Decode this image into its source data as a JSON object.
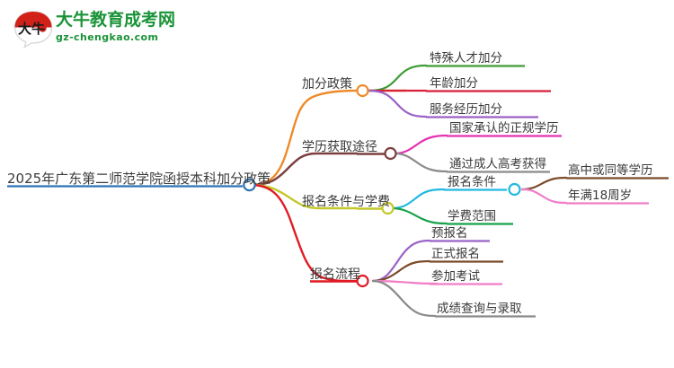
{
  "logo": {
    "brand_cn": "大牛教育成考网",
    "brand_url": "gz-chengkao.com",
    "mark_text": "大牛",
    "brand_color": "#1a9338",
    "mark_color": "#d22118"
  },
  "mindmap": {
    "root": {
      "label": "2025年广东第二师范学院函授本科加分政策",
      "color": "#2e75b6",
      "node_color": "#2e75b6"
    },
    "branches": [
      {
        "label": "加分政策",
        "color": "#ed8b2a",
        "children": [
          {
            "label": "特殊人才加分",
            "color": "#3f9c35",
            "children": []
          },
          {
            "label": "年龄加分",
            "color": "#d8203a",
            "children": []
          },
          {
            "label": "服务经历加分",
            "color": "#9a62c8",
            "children": []
          }
        ]
      },
      {
        "label": "学历获取途径",
        "color": "#7b3f3f",
        "children": [
          {
            "label": "国家承认的正规学历",
            "color": "#e530b0",
            "children": []
          },
          {
            "label": "通过成人高考获得",
            "color": "#8a8a8a",
            "children": []
          }
        ]
      },
      {
        "label": "报名条件与学费",
        "color": "#c4c72c",
        "children": [
          {
            "label": "报名条件",
            "color": "#23b9e0",
            "children": [
              {
                "label": "高中或同等学历",
                "color": "#7b4b2a",
                "children": []
              },
              {
                "label": "年满18周岁",
                "color": "#f07ec8",
                "children": []
              }
            ]
          },
          {
            "label": "学费范围",
            "color": "#17a24a",
            "children": []
          }
        ]
      },
      {
        "label": "报名流程",
        "color": "#e01b24",
        "children": [
          {
            "label": "预报名",
            "color": "#9a62c8",
            "children": []
          },
          {
            "label": "正式报名",
            "color": "#7b4b2a",
            "children": []
          },
          {
            "label": "参加考试",
            "color": "#f07ec8",
            "children": []
          },
          {
            "label": "成绩查询与录取",
            "color": "#8a8a8a",
            "children": []
          }
        ]
      }
    ]
  }
}
